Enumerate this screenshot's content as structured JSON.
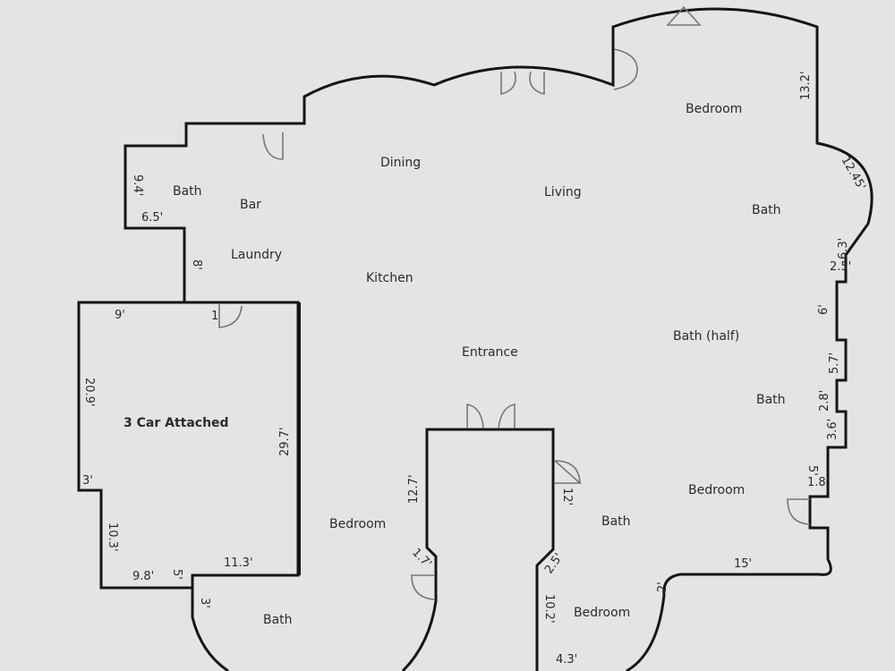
{
  "rooms": {
    "dining": "Dining",
    "living": "Living",
    "bedroom_top_right": "Bedroom",
    "bath_right_upper": "Bath",
    "bath_left_upper": "Bath",
    "bar": "Bar",
    "laundry": "Laundry",
    "kitchen": "Kitchen",
    "entrance": "Entrance",
    "bath_half": "Bath (half)",
    "bath_right_mid": "Bath",
    "bedroom_right": "Bedroom",
    "garage": "3 Car Attached",
    "bedroom_bottom_left": "Bedroom",
    "bath_bottom_center": "Bath",
    "bedroom_bottom_center": "Bedroom",
    "bath_bottom_left": "Bath"
  },
  "dimensions": {
    "d9_4": "9.4'",
    "d6_5": "6.5'",
    "d8": "8'",
    "d9": "9'",
    "d1": "1",
    "d20_9": "20.9'",
    "d3a": "3'",
    "d10_3": "10.3'",
    "d9_8": "9.8'",
    "d5": "5'",
    "d11_3": "11.3'",
    "d29_7": "29.7'",
    "d3b": "3'",
    "d12_7": "12.7'",
    "d1_7": "1.7'",
    "d12": "12'",
    "d2_5": "2.5'",
    "d10_2": "10.2'",
    "d4_3": "4.3'",
    "d2": "2'",
    "d15": "15'",
    "d13_2": "13.2'",
    "d12_45": "12.45'",
    "d6_3": "6.3'",
    "d2_5b": "2.5'",
    "d6": "6'",
    "d5_7": "5.7'",
    "d2_8": "2.8'",
    "d3_6": "3.6'",
    "d1_8": "1.8'",
    "d5b": "5'"
  }
}
